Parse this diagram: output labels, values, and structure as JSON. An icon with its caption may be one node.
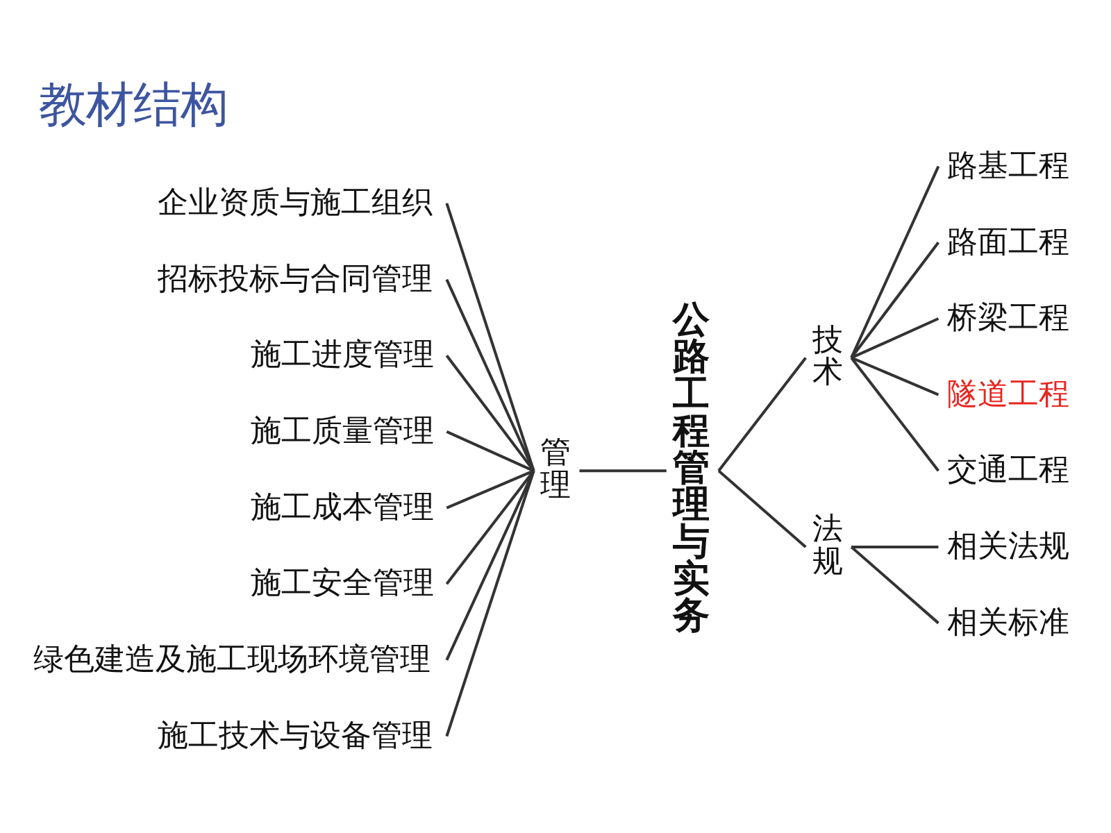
{
  "diagram": {
    "title": "教材结构",
    "nodes": [
      {
        "text": [
          "企业资质与施工组织"
        ]
      },
      {
        "text": [
          "招标投标与合同管理"
        ]
      },
      {
        "text": [
          "施工进度管理"
        ]
      },
      {
        "text": [
          "施工质量管理"
        ]
      },
      {
        "text": [
          "施工成本管理"
        ]
      },
      {
        "text": [
          "施工安全管理"
        ]
      },
      {
        "text": [
          "绿色建造及施工现场环境管理"
        ]
      },
      {
        "text": [
          "施工技术与设备管理"
        ]
      },
      {
        "text": [
          "管理"
        ]
      },
      {
        "text": [
          "公路工程管理与实务"
        ]
      },
      {
        "text": [
          "技术"
        ]
      },
      {
        "text": [
          "路基工程"
        ]
      },
      {
        "text": [
          "路面工程"
        ]
      },
      {
        "text": [
          "桥梁工程"
        ]
      },
      {
        "text": [
          "隧道工程"
        ]
      },
      {
        "text": [
          "交通工程"
        ]
      },
      {
        "text": [
          "法规"
        ]
      },
      {
        "text": [
          "相关法规"
        ]
      },
      {
        "text": [
          "相关标准"
        ]
      }
    ],
    "edges": [
      {
        "from": 0,
        "to": 8,
        "arrow": "none"
      },
      {
        "from": 1,
        "to": 8,
        "arrow": "none"
      },
      {
        "from": 2,
        "to": 8,
        "arrow": "none"
      },
      {
        "from": 3,
        "to": 8,
        "arrow": "none"
      },
      {
        "from": 4,
        "to": 8,
        "arrow": "none"
      },
      {
        "from": 5,
        "to": 8,
        "arrow": "none"
      },
      {
        "from": 6,
        "to": 8,
        "arrow": "none"
      },
      {
        "from": 7,
        "to": 8,
        "arrow": "none"
      },
      {
        "from": 8,
        "to": 9,
        "arrow": "none"
      },
      {
        "from": 9,
        "to": 10,
        "arrow": "none"
      },
      {
        "from": 10,
        "to": 11,
        "arrow": "none"
      },
      {
        "from": 10,
        "to": 12,
        "arrow": "none"
      },
      {
        "from": 10,
        "to": 13,
        "arrow": "none"
      },
      {
        "from": 10,
        "to": 14,
        "arrow": "none"
      },
      {
        "from": 10,
        "to": 15,
        "arrow": "none"
      },
      {
        "from": 9,
        "to": 16,
        "arrow": "none"
      },
      {
        "from": 16,
        "to": 17,
        "arrow": "none"
      },
      {
        "from": 16,
        "to": 18,
        "arrow": "none"
      }
    ]
  }
}
